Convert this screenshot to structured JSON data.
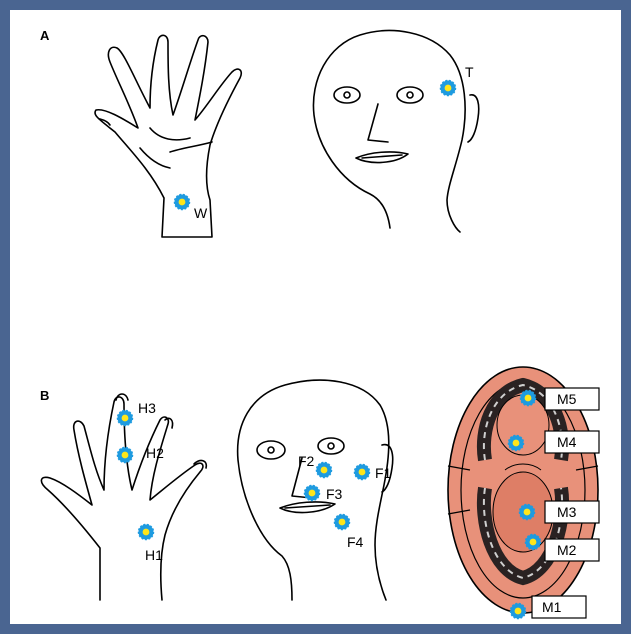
{
  "panels": {
    "a": {
      "letter": "A",
      "labels": {
        "w": "W",
        "t": "T"
      }
    },
    "b": {
      "letter": "B",
      "hand_labels": {
        "h1": "H1",
        "h2": "H2",
        "h3": "H3"
      },
      "face_labels": {
        "f1": "F1",
        "f2": "F2",
        "f3": "F3",
        "f4": "F4"
      },
      "mouth_labels": {
        "m1": "M1",
        "m2": "M2",
        "m3": "M3",
        "m4": "M4",
        "m5": "M5"
      }
    }
  },
  "colors": {
    "frame_border": "#4a6591",
    "background": "#ffffff",
    "line": "#000000",
    "marker_outer": "#1e9be0",
    "marker_inner": "#ffe61a",
    "mouth_fill": "#e8917a",
    "mouth_dark": "#2a2222"
  }
}
